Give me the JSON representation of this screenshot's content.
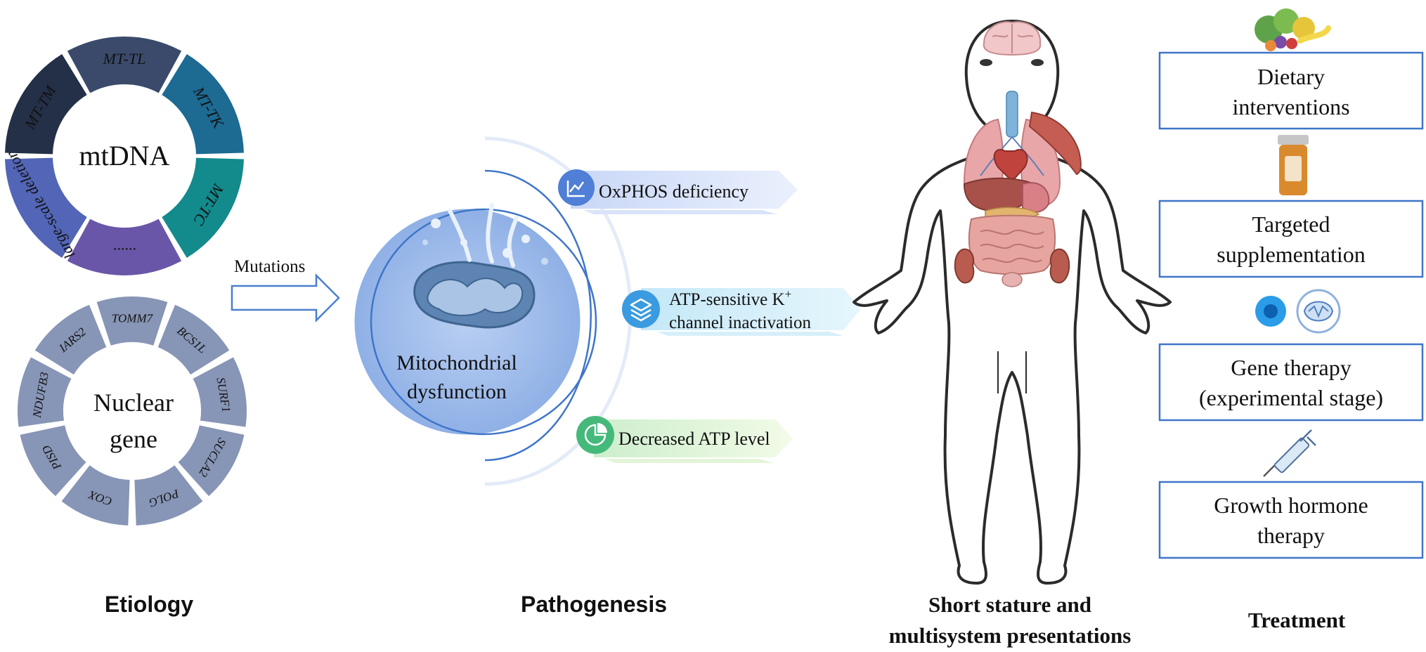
{
  "etiology": {
    "mtdna": {
      "center_label": "mtDNA",
      "segments": [
        {
          "label": "MT-TL",
          "color": "#3b4a6b"
        },
        {
          "label": "MT-TK",
          "color": "#1d6a93"
        },
        {
          "label": "MT-TC",
          "color": "#138a8c"
        },
        {
          "label": "......",
          "color": "#6a56a8"
        },
        {
          "label": "large-scale deletion",
          "color": "#5265b6"
        },
        {
          "label": "MT-TM",
          "color": "#243047"
        }
      ]
    },
    "nuclear": {
      "center_label_line1": "Nuclear",
      "center_label_line2": "gene",
      "color": "#8795b6",
      "segments": [
        "TOMM7",
        "BCS1L",
        "SURF1",
        "SUCLA2",
        "POLG",
        "COX",
        "PISD",
        "NDUFB3",
        "IARS2"
      ]
    },
    "arrow_label": "Mutations",
    "section_title": "Etiology"
  },
  "pathogenesis": {
    "center_line1": "Mitochondrial",
    "center_line2": "dysfunction",
    "items": [
      {
        "label": "OxPHOS deficiency",
        "color": "#4f7fd6",
        "icon": "chart-icon"
      },
      {
        "label_line1": "ATP-sensitive K",
        "superscript": "+",
        "label_line2": "channel inactivation",
        "color": "#3a9be0",
        "icon": "layers-icon"
      },
      {
        "label": "Decreased ATP level",
        "color": "#45b97a",
        "icon": "pie-chart-icon"
      }
    ],
    "section_title": "Pathogenesis"
  },
  "presentation": {
    "title_line1": "Short stature and",
    "title_line2": "multisystem presentations"
  },
  "treatment": {
    "section_title": "Treatment",
    "border_color": "#3f75c9",
    "items": [
      {
        "line1": "Dietary",
        "line2": "interventions",
        "icon": "food-icon"
      },
      {
        "line1": "Targeted",
        "line2": "supplementation",
        "icon": "pill-bottle-icon"
      },
      {
        "line1": "Gene therapy",
        "line2": "(experimental stage)",
        "icon": "mitochondria-icon"
      },
      {
        "line1": "Growth hormone",
        "line2": "therapy",
        "icon": "syringe-icon"
      }
    ]
  }
}
